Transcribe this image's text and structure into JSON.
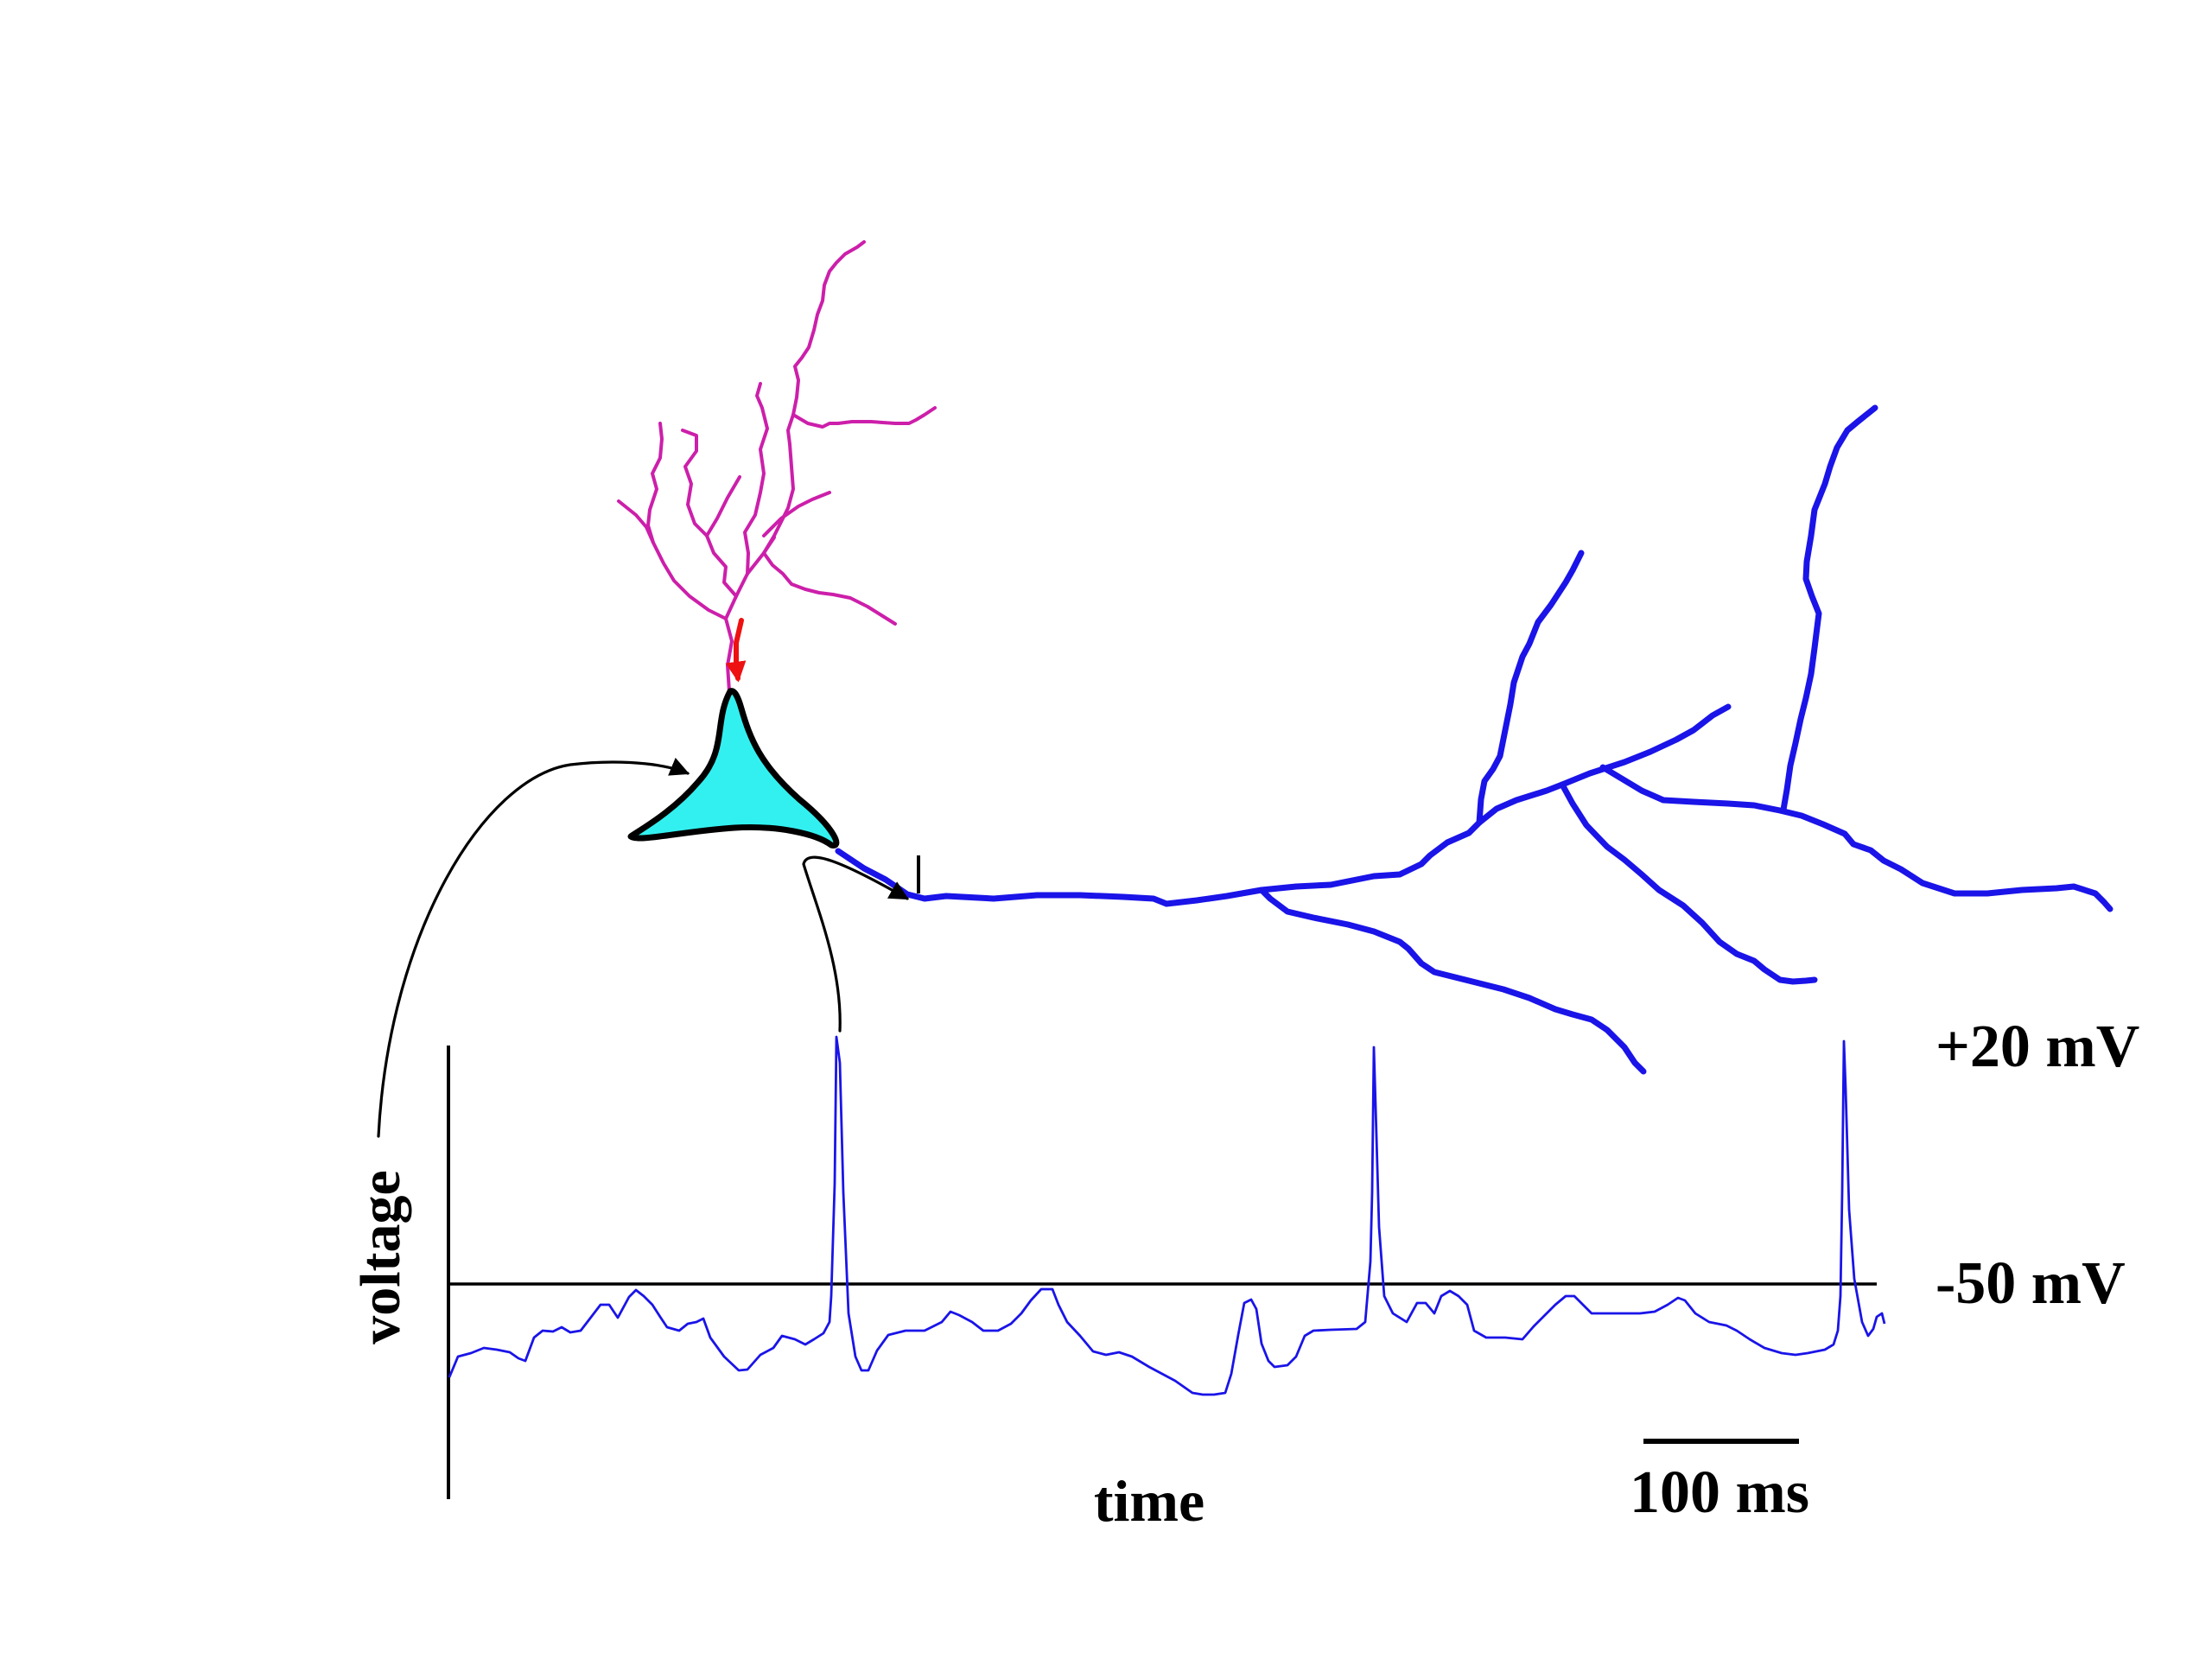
{
  "labels": {
    "voltage_axis": "voltage",
    "time_axis": "time",
    "plus20": "+20 mV",
    "minus50": "-50 mV",
    "scale_bar": "100 ms"
  },
  "colors": {
    "dendrite": "#cc1faa",
    "soma_fill": "#33f0f0",
    "axon": "#1a14e8",
    "trace": "#1a14e8",
    "signal_arrow": "#ee1111",
    "axes": "#000000"
  }
}
